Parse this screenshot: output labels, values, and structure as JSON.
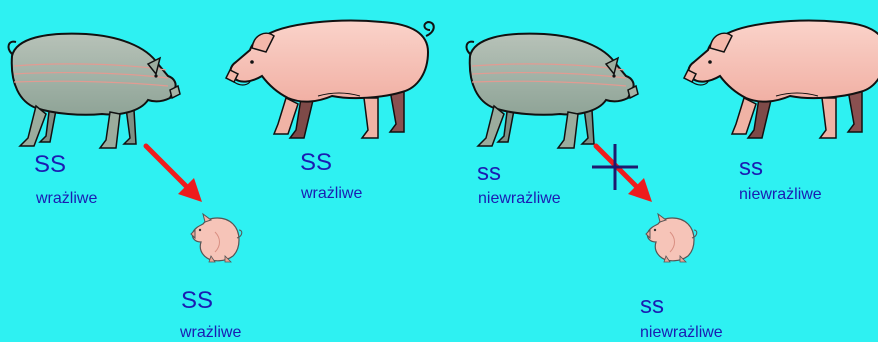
{
  "colors": {
    "background": "#2EF1F2",
    "label_text": "#1B1CB2",
    "arrow": "#EE1C1C",
    "cross_mark": "#1D1A6E",
    "sow_body": "#A8B8A8",
    "sow_stripe": "#E29B92",
    "boar_body": "#F6C2B6",
    "boar_dark_leg": "#8A5050",
    "outline": "#111111"
  },
  "left_cross": {
    "sow": {
      "genotype": "SS",
      "phenotype": "wrażliwe"
    },
    "boar": {
      "genotype": "SS",
      "phenotype": "wrażliwe"
    },
    "offspring": {
      "genotype": "SS",
      "phenotype": "wrażliwe"
    }
  },
  "right_cross": {
    "sow": {
      "genotype": "ss",
      "phenotype": "niewrażliwe"
    },
    "boar": {
      "genotype": "ss",
      "phenotype": "niewrażliwe"
    },
    "offspring": {
      "genotype": "ss",
      "phenotype": "niewrażliwe"
    }
  },
  "icons": {
    "inheritance_arrow": "arrow-icon",
    "blocked_mark": "cross-mark-icon"
  }
}
